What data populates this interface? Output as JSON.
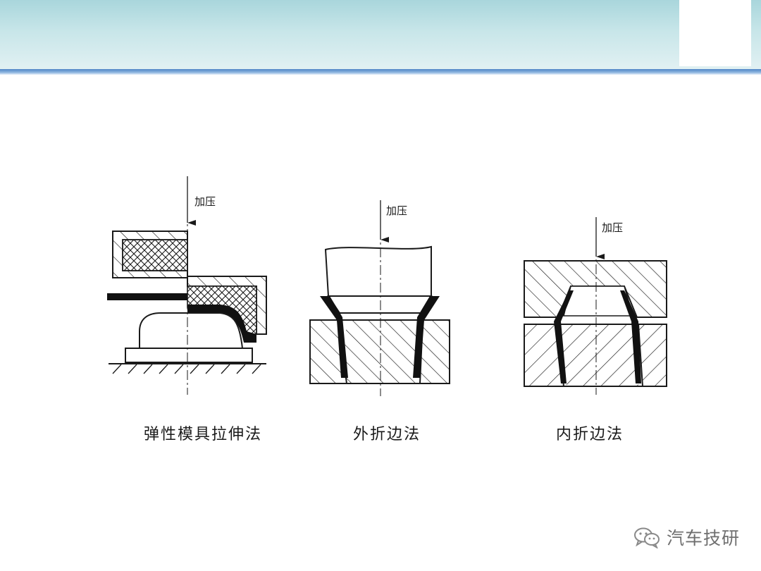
{
  "header": {
    "accent": "#4f86c6"
  },
  "figures": [
    {
      "pressure_label": "加压",
      "caption": "弹性模具拉伸法"
    },
    {
      "pressure_label": "加压",
      "caption": "外折边法"
    },
    {
      "pressure_label": "加压",
      "caption": "内折边法"
    }
  ],
  "watermark": {
    "icon": "wechat-icon",
    "text": "汽车技研"
  }
}
